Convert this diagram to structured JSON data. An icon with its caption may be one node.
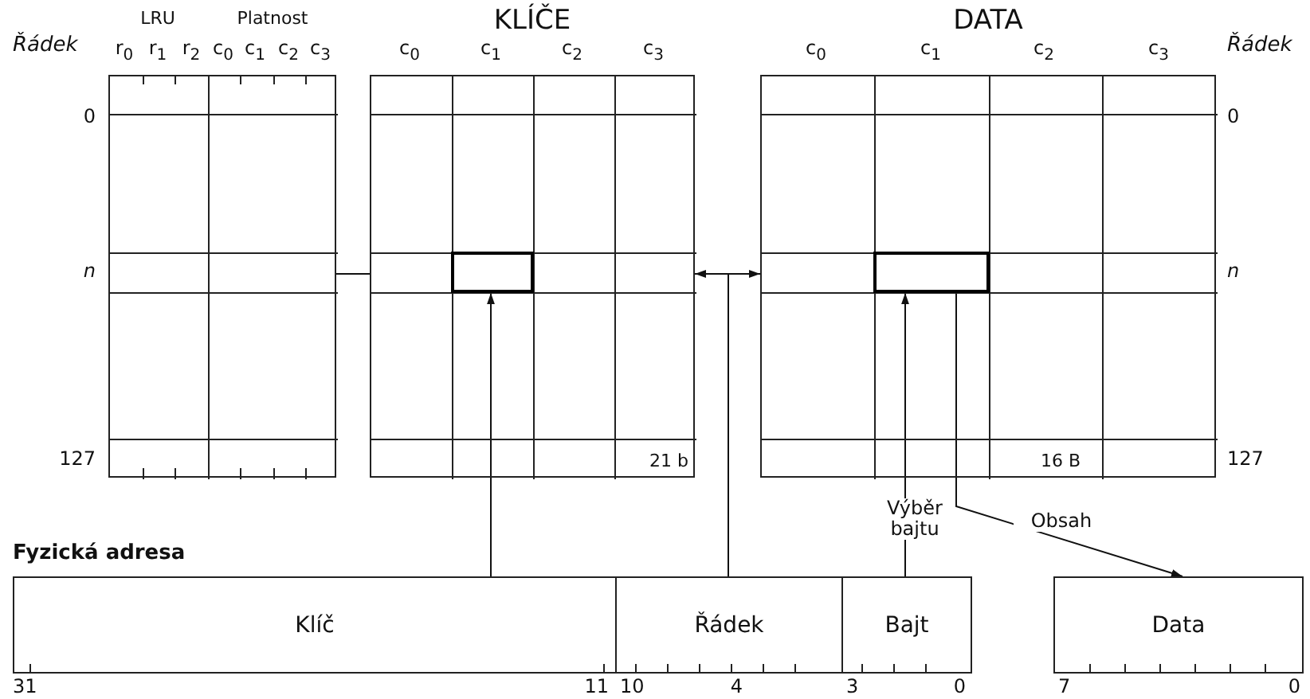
{
  "diagram": {
    "nodes": [
      {
        "text": [
          "LRU",
          "Platnost"
        ]
      },
      {
        "text": [
          "KLÍČE"
        ]
      },
      {
        "text": [],
        "shape": "box",
        "in": 1
      },
      {
        "text": [
          "DATA"
        ]
      },
      {
        "text": [],
        "shape": "box",
        "in": 3
      },
      {
        "text": [
          "Klíč"
        ]
      },
      {
        "text": [
          "Řádek"
        ]
      },
      {
        "text": [
          "Bajt"
        ]
      },
      {
        "text": [
          "Data"
        ]
      }
    ],
    "edges": [
      {
        "from": 0,
        "to": 1,
        "arrow": "none"
      },
      {
        "from": 5,
        "to": 2,
        "arrow": "to"
      },
      {
        "from": 6,
        "to": 1,
        "arrow": "to"
      },
      {
        "from": 6,
        "to": 3,
        "arrow": "to"
      },
      {
        "from": 7,
        "to": 4,
        "arrow": "to",
        "label": "Výběr bajtu"
      },
      {
        "from": 4,
        "to": 8,
        "arrow": "to",
        "label": "Obsah"
      }
    ],
    "labels": [
      "Řádek",
      "r$_{0}$",
      "r$_{1}$",
      "r$_{2}$",
      "c$_{0}$",
      "c$_{1}$",
      "c$_{2}$",
      "c$_{3}$",
      "c$_{0}$",
      "c$_{1}$",
      "c$_{2}$",
      "c$_{3}$",
      "c$_{0}$",
      "c$_{1}$",
      "c$_{2}$",
      "c$_{3}$",
      "Řádek",
      "0",
      "0",
      "n",
      "n",
      "127",
      "21 b",
      "16 B",
      "127",
      "Fyzická adresa",
      "31",
      "11",
      "10",
      "4",
      "3",
      "0",
      "7",
      "0"
    ]
  }
}
